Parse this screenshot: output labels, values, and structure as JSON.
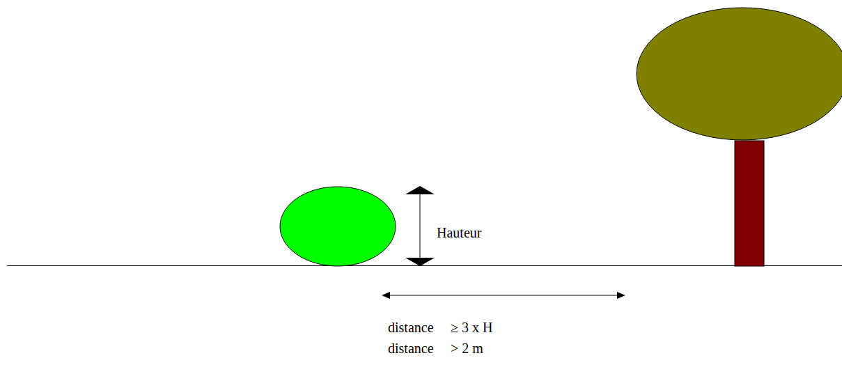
{
  "diagram": {
    "labels": [
      "Hauteur",
      "distance",
      "≥ 3 x H",
      "distance",
      "> 2 m"
    ]
  }
}
